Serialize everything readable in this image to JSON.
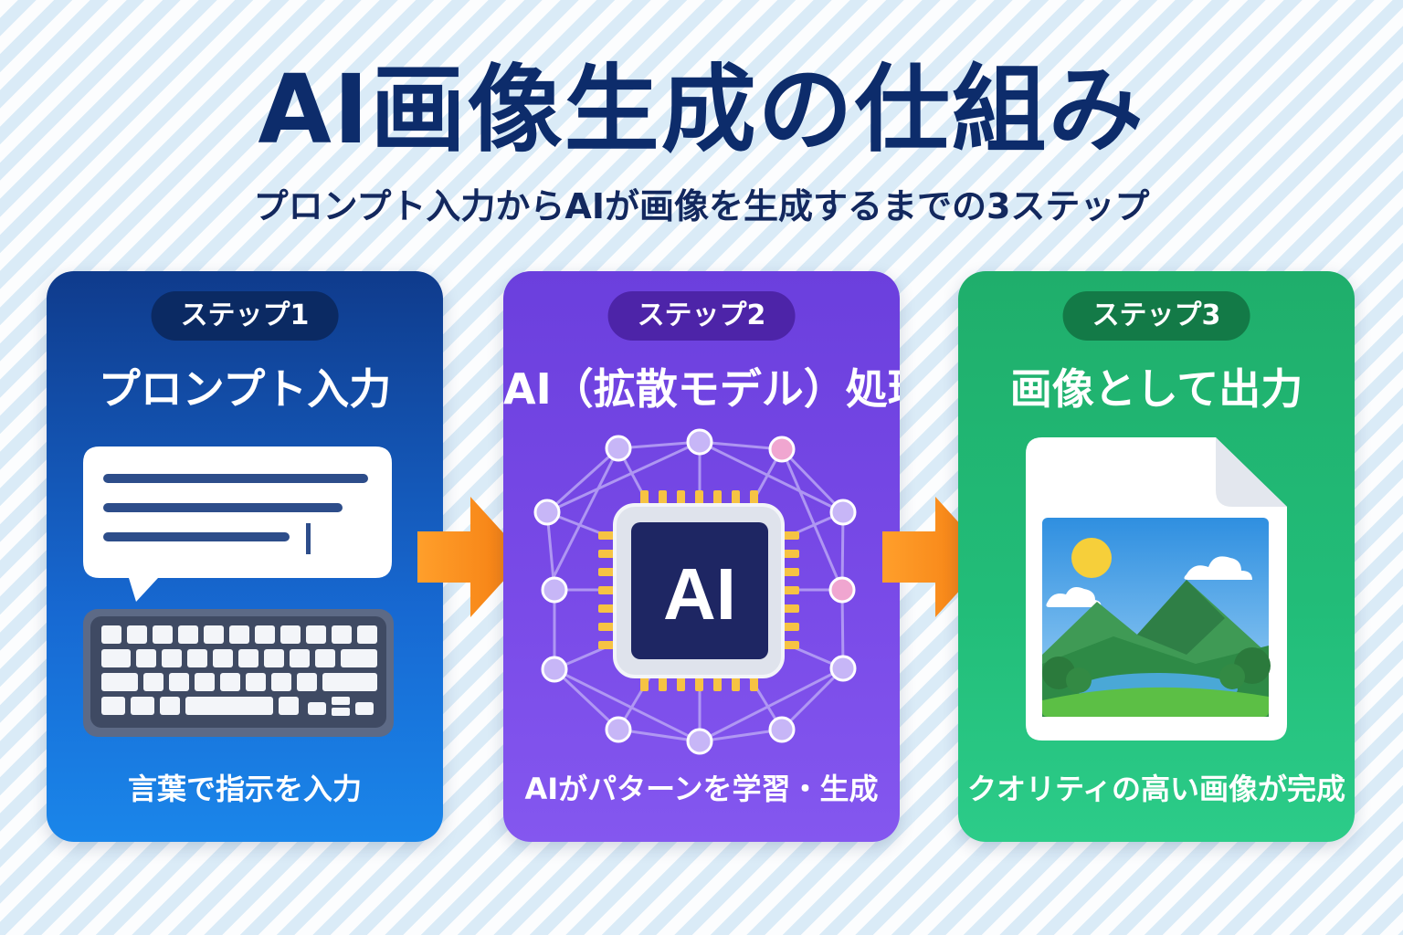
{
  "title": "AI画像生成の仕組み",
  "subtitle": "プロンプト入力からAIが画像を生成するまでの3ステップ",
  "steps": [
    {
      "badge": "ステップ1",
      "heading": "プロンプト入力",
      "caption": "言葉で指示を入力",
      "icons": [
        "speech-bubble-icon",
        "keyboard-icon"
      ]
    },
    {
      "badge": "ステップ2",
      "heading": "AI（拡散モデル）処理",
      "caption": "AIがパターンを学習・生成",
      "chip_label": "AI",
      "icons": [
        "ai-chip-icon",
        "neural-network-icon"
      ]
    },
    {
      "badge": "ステップ3",
      "heading": "画像として出力",
      "caption": "クオリティの高い画像が完成",
      "icons": [
        "image-file-icon",
        "landscape-icon"
      ]
    }
  ],
  "colors": {
    "title": "#0d2c6b",
    "step1": "#1769d2",
    "step2": "#7a4be8",
    "step3": "#22bd79",
    "arrow": "#f7931e"
  }
}
